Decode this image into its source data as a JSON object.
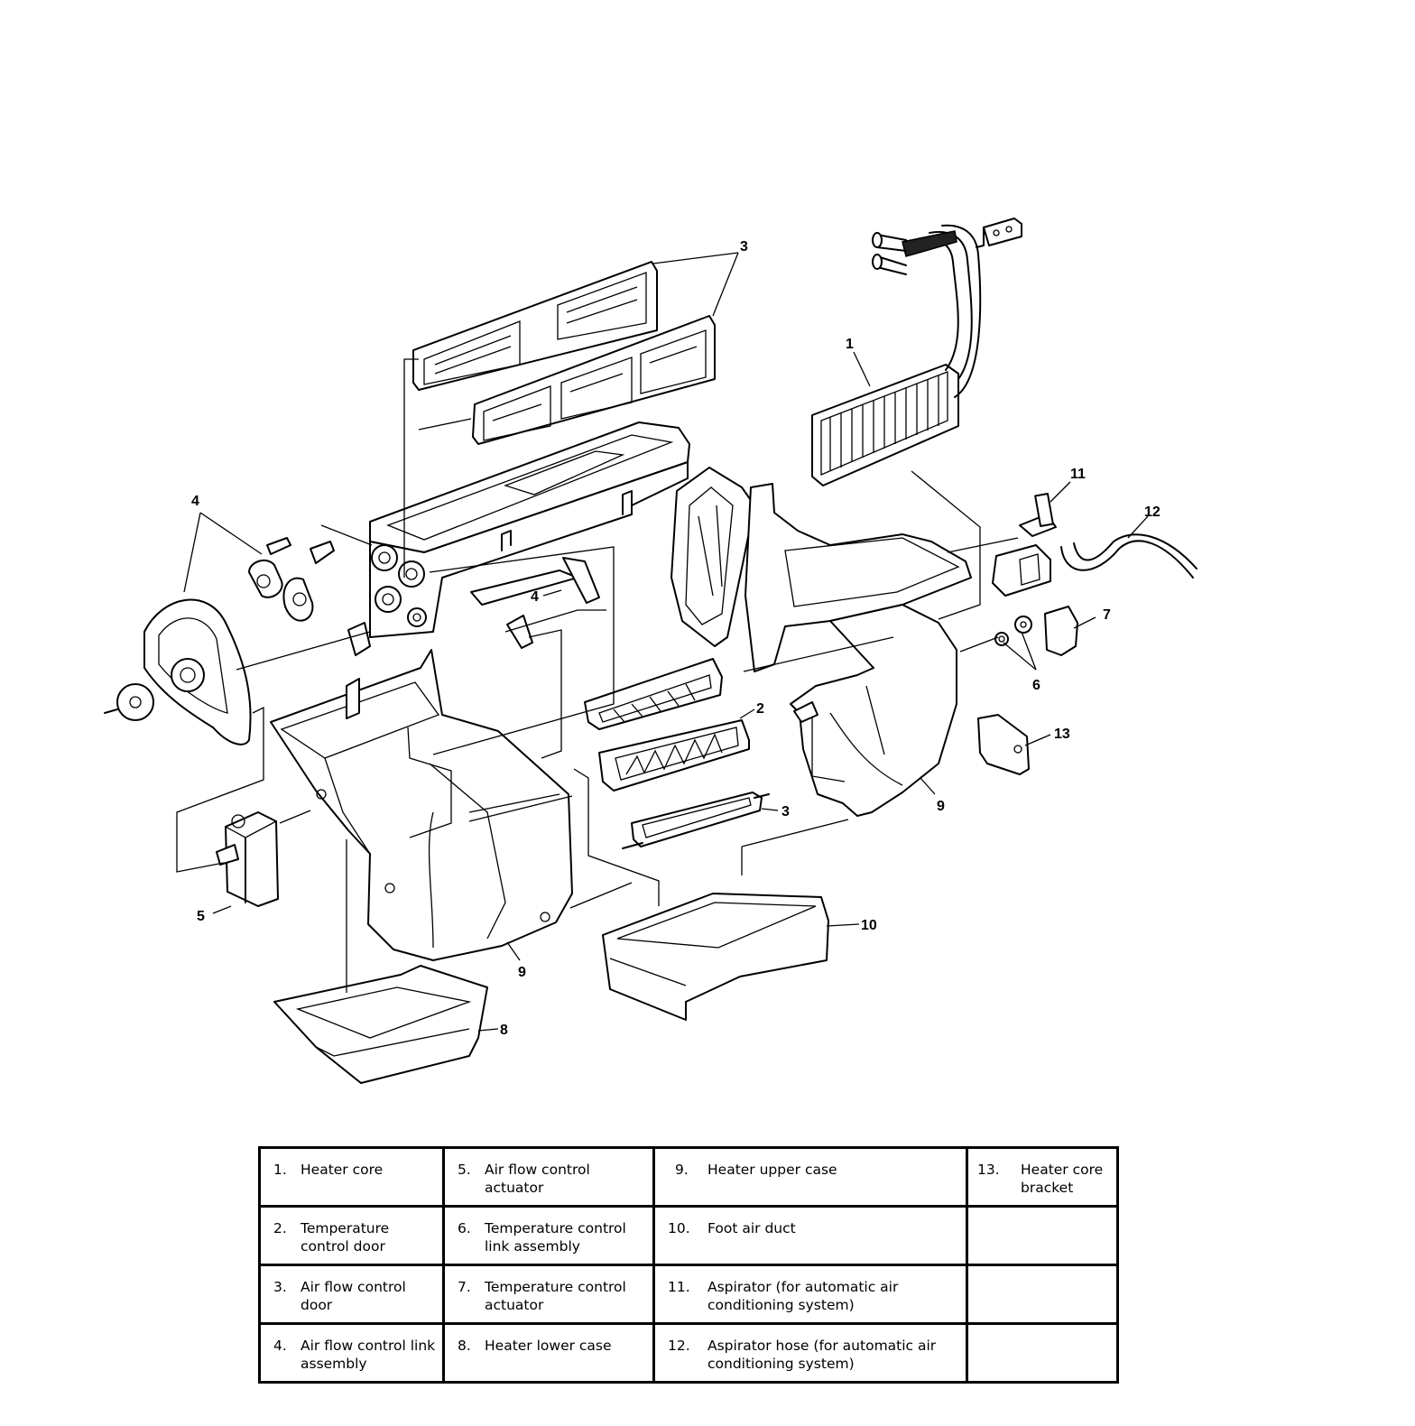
{
  "callouts": {
    "c1": "1",
    "c2": "2",
    "c3a": "3",
    "c3b": "3",
    "c4a": "4",
    "c4b": "4",
    "c5": "5",
    "c6": "6",
    "c7": "7",
    "c8": "8",
    "c9a": "9",
    "c9b": "9",
    "c10": "10",
    "c11": "11",
    "c12": "12",
    "c13": "13"
  },
  "legend": {
    "rows": [
      [
        {
          "num": "1.",
          "label": "Heater core"
        },
        {
          "num": "5.",
          "label": "Air flow control actuator"
        },
        {
          "num": "9.",
          "label": "Heater upper case"
        },
        {
          "num": "13.",
          "label": "Heater core bracket"
        }
      ],
      [
        {
          "num": "2.",
          "label": "Temperature control door"
        },
        {
          "num": "6.",
          "label": "Temperature control link assembly"
        },
        {
          "num": "10.",
          "label": "Foot air duct"
        },
        {
          "num": "",
          "label": ""
        }
      ],
      [
        {
          "num": "3.",
          "label": "Air flow control door"
        },
        {
          "num": "7.",
          "label": "Temperature control actuator"
        },
        {
          "num": "11.",
          "label": "Aspirator (for automatic air conditioning system)"
        },
        {
          "num": "",
          "label": ""
        }
      ],
      [
        {
          "num": "4.",
          "label": "Air flow control link assembly"
        },
        {
          "num": "8.",
          "label": "Heater lower case"
        },
        {
          "num": "12.",
          "label": "Aspirator hose (for automatic air conditioning system)"
        },
        {
          "num": "",
          "label": ""
        }
      ]
    ]
  }
}
